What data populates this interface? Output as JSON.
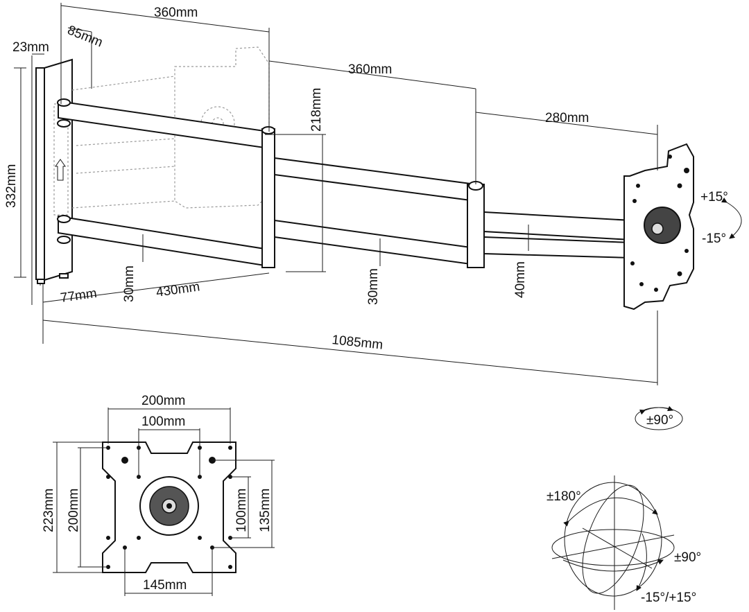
{
  "side_view": {
    "dims": {
      "d360_top": "360mm",
      "d85": "85mm",
      "d23": "23mm",
      "d360_mid": "360mm",
      "d218": "218mm",
      "d280": "280mm",
      "d332": "332mm",
      "d77": "77mm",
      "d30_a": "30mm",
      "d430": "430mm",
      "d30_b": "30mm",
      "d40": "40mm",
      "d1085": "1085mm"
    },
    "tilt_up": "+15°",
    "tilt_down": "-15°",
    "swivel": "±90°"
  },
  "plate_view": {
    "w200": "200mm",
    "w100": "100mm",
    "h223": "223mm",
    "h200": "200mm",
    "h100": "100mm",
    "h135": "135mm",
    "w145": "145mm"
  },
  "rotation_diagram": {
    "rot180": "±180°",
    "rot90": "±90°",
    "tilt": "-15°/+15°"
  }
}
